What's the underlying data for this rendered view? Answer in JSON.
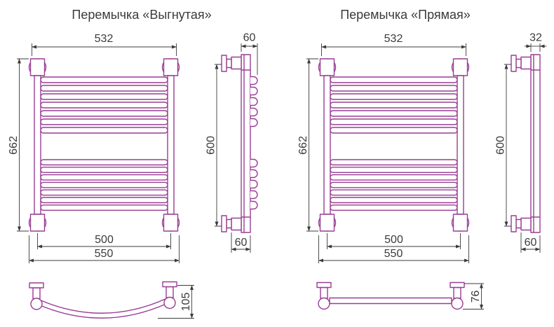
{
  "colors": {
    "drawing_stroke": "#993d94",
    "dimension_stroke": "#3b3b3b",
    "background": "#ffffff"
  },
  "curved": {
    "title": "Перемычка «Выгнутая»",
    "front": {
      "top_width": "532",
      "height": "662",
      "mount_width": "500",
      "overall_width": "550"
    },
    "side": {
      "top_depth": "60",
      "height": "600",
      "bottom_depth": "60"
    },
    "top_view": {
      "depth": "105"
    }
  },
  "straight": {
    "title": "Перемычка «Прямая»",
    "front": {
      "top_width": "532",
      "height": "662",
      "mount_width": "500",
      "overall_width": "550"
    },
    "side": {
      "top_depth": "32",
      "height": "600",
      "bottom_depth": "60"
    },
    "top_view": {
      "depth": "76"
    }
  }
}
